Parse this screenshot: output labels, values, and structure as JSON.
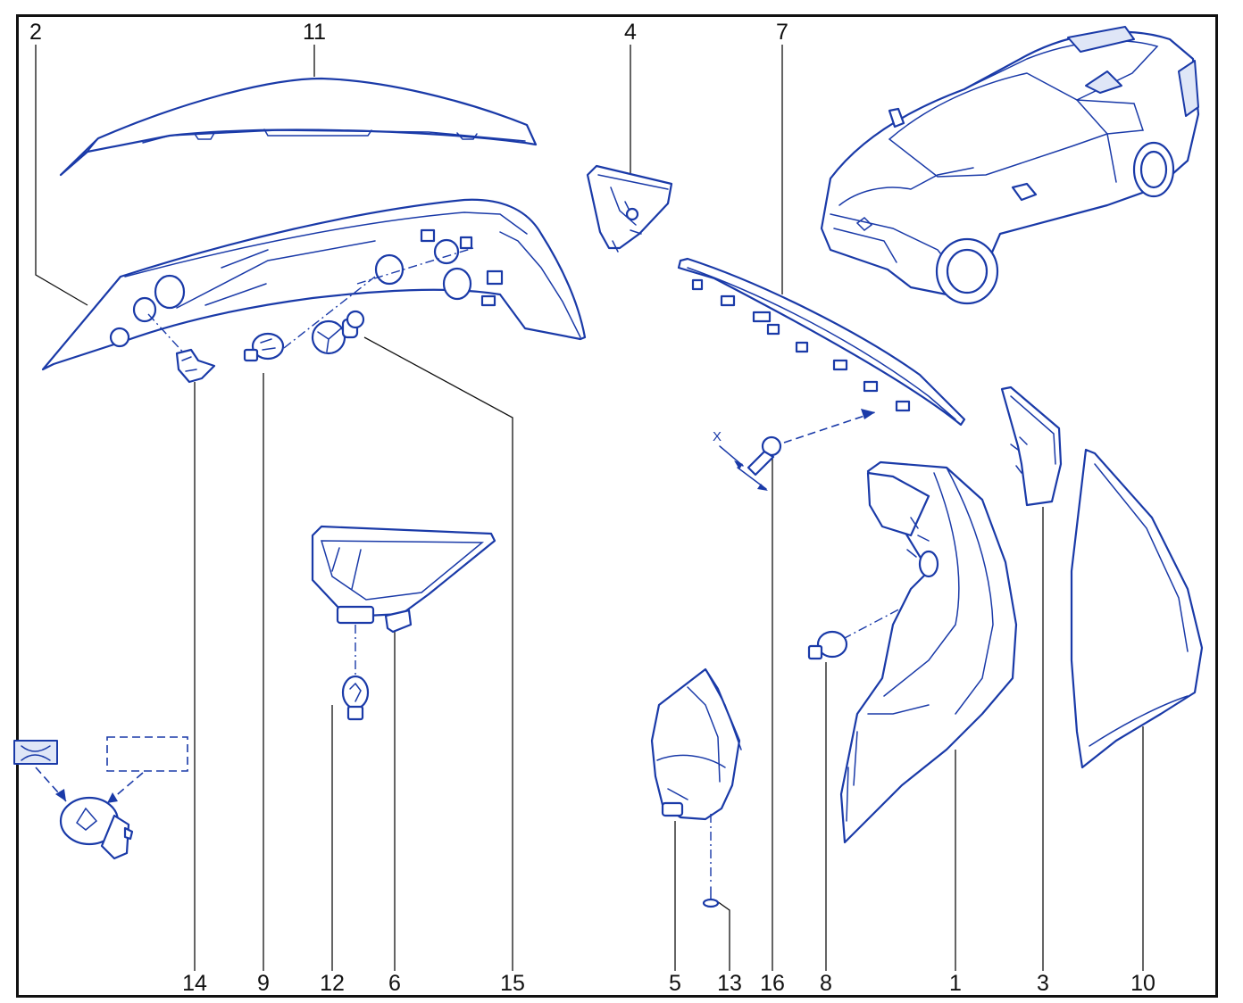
{
  "diagram": {
    "part_numbers": [
      "2",
      "11",
      "4",
      "7",
      "14",
      "9",
      "12",
      "6",
      "15",
      "5",
      "13",
      "16",
      "8",
      "1",
      "3",
      "10"
    ],
    "dimension_label": "X",
    "line_color": "#1a3aa8"
  }
}
